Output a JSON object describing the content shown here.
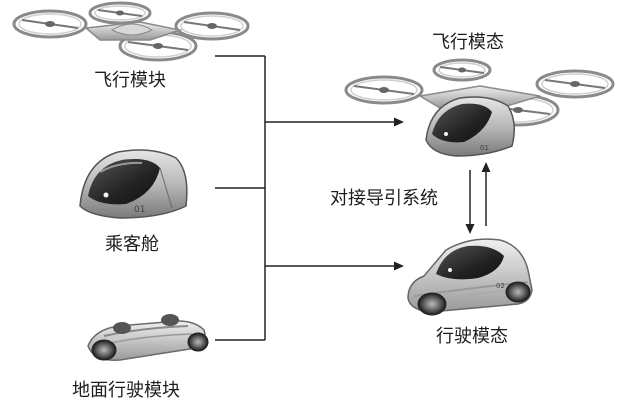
{
  "labels": {
    "flight_module": "飞行模块",
    "passenger_cabin": "乘客舱",
    "ground_drive_module": "地面行驶模块",
    "flight_mode": "飞行模态",
    "drive_mode": "行驶模态",
    "docking_guidance_system": "对接导引系统"
  },
  "cabin_badge": "01",
  "flight_mode_badge": "01",
  "drive_mode_badge": "02"
}
